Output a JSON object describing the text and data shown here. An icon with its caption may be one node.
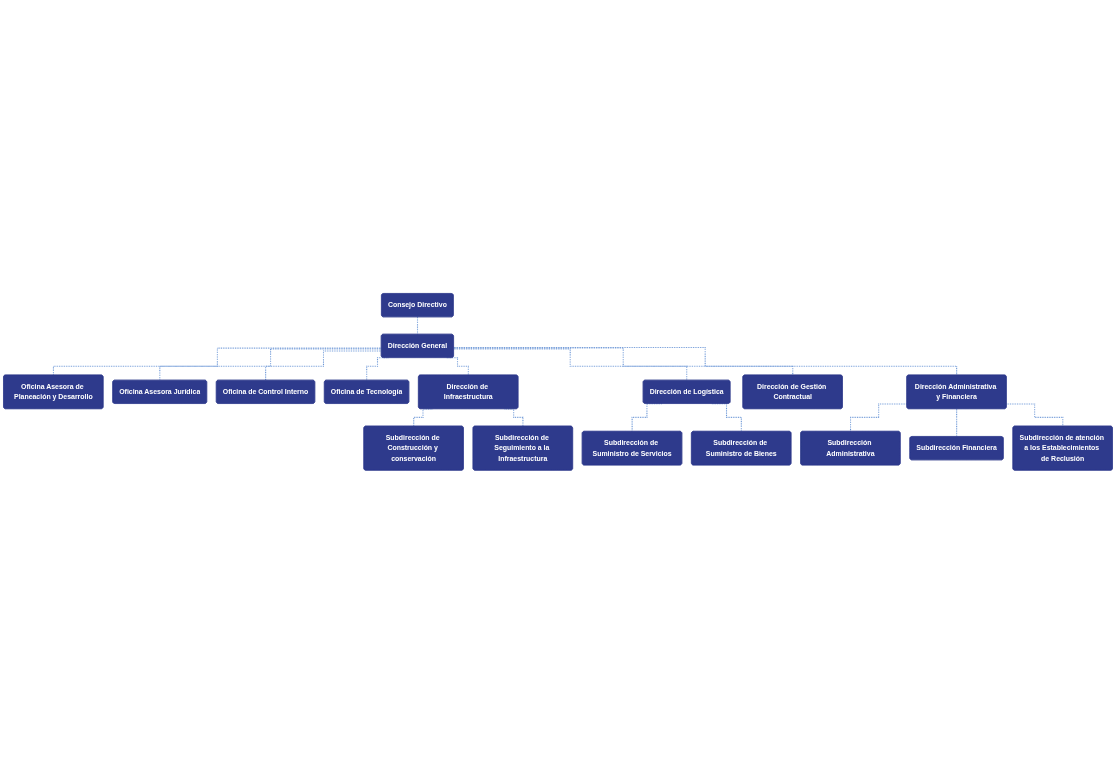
{
  "diagram": {
    "nodes": [
      {
        "text": [
          "Consejo Directivo"
        ]
      },
      {
        "text": [
          "Dirección General"
        ]
      },
      {
        "text": [
          "Oficina Asesora de Planeación y Desarrollo"
        ]
      },
      {
        "text": [
          "Oficina Asesora Jurídica"
        ]
      },
      {
        "text": [
          "Oficina de Control Interno"
        ]
      },
      {
        "text": [
          "Oficina de Tecnología"
        ]
      },
      {
        "text": [
          "Dirección de Infraestructura"
        ]
      },
      {
        "text": [
          "Dirección de Logística"
        ]
      },
      {
        "text": [
          "Dirección de Gestión Contractual"
        ]
      },
      {
        "text": [
          "Dirección Administrativa y Financiera"
        ]
      },
      {
        "text": [
          "Subdirección de Construcción y conservación"
        ]
      },
      {
        "text": [
          "Subdirección de Seguimiento a la Infraestructura"
        ]
      },
      {
        "text": [
          "Subdirección de Suministro de Servicios"
        ]
      },
      {
        "text": [
          "Subdirección de Suministro de Bienes"
        ]
      },
      {
        "text": [
          "Subdirección Administrativa"
        ]
      },
      {
        "text": [
          "Subdirección Financiera"
        ]
      },
      {
        "text": [
          "Subdirección de atención a los Establecimientos de Reclusión"
        ]
      }
    ],
    "edges": [
      {
        "from": 0,
        "to": 1,
        "arrow": "none",
        "style": "dashed"
      },
      {
        "from": 1,
        "to": 2,
        "arrow": "none",
        "style": "dashed"
      },
      {
        "from": 1,
        "to": 3,
        "arrow": "none",
        "style": "dashed"
      },
      {
        "from": 1,
        "to": 4,
        "arrow": "none",
        "style": "dashed"
      },
      {
        "from": 1,
        "to": 5,
        "arrow": "none",
        "style": "dashed"
      },
      {
        "from": 1,
        "to": 6,
        "arrow": "none",
        "style": "dashed"
      },
      {
        "from": 1,
        "to": 7,
        "arrow": "none",
        "style": "dashed"
      },
      {
        "from": 1,
        "to": 8,
        "arrow": "none",
        "style": "dashed"
      },
      {
        "from": 1,
        "to": 9,
        "arrow": "none",
        "style": "dashed"
      },
      {
        "from": 6,
        "to": 10,
        "arrow": "none",
        "style": "dashed"
      },
      {
        "from": 6,
        "to": 11,
        "arrow": "none",
        "style": "dashed"
      },
      {
        "from": 7,
        "to": 12,
        "arrow": "none",
        "style": "dashed"
      },
      {
        "from": 7,
        "to": 13,
        "arrow": "none",
        "style": "dashed"
      },
      {
        "from": 9,
        "to": 14,
        "arrow": "none",
        "style": "dashed"
      },
      {
        "from": 9,
        "to": 15,
        "arrow": "none",
        "style": "dashed"
      },
      {
        "from": 9,
        "to": 16,
        "arrow": "none",
        "style": "dashed"
      }
    ]
  }
}
